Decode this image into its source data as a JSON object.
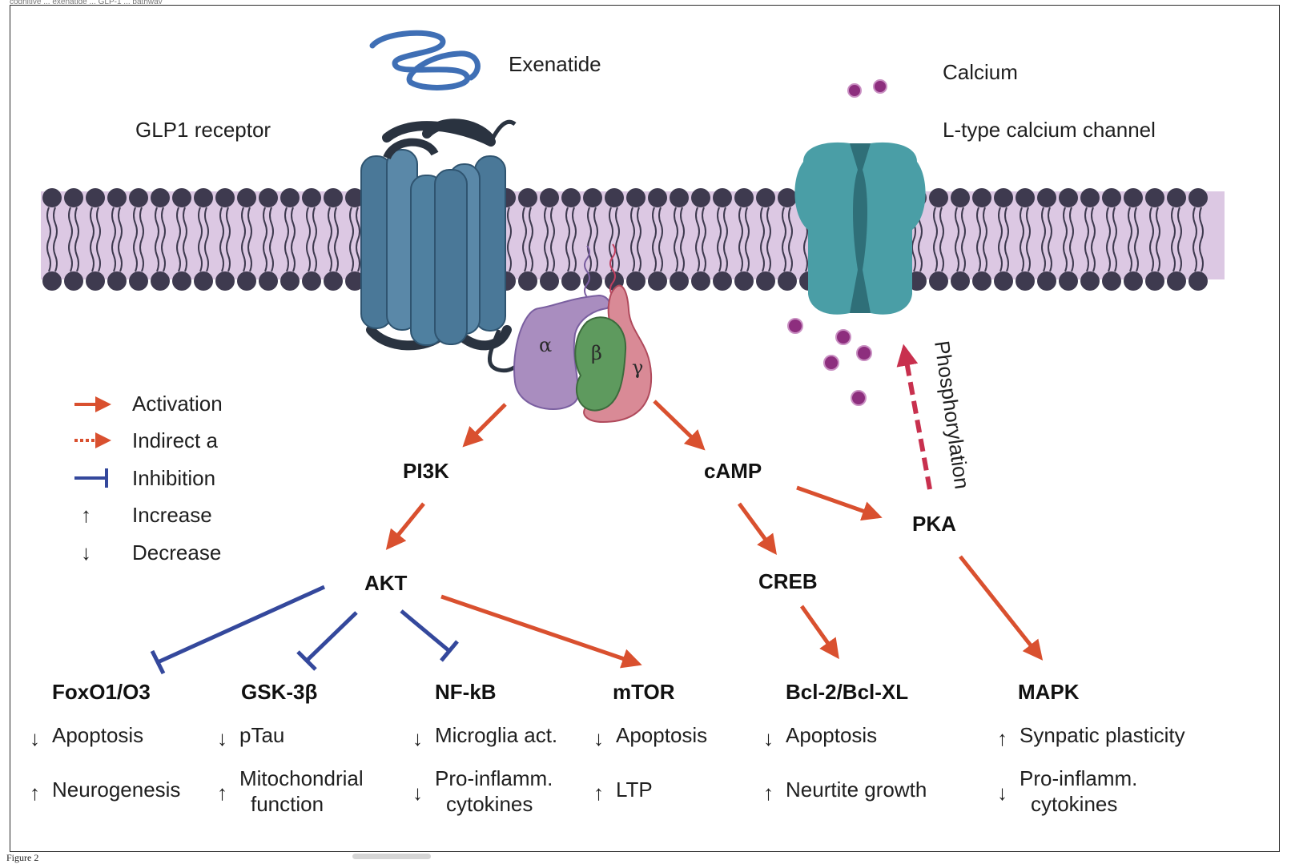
{
  "top_strip": "cognitive ... exenatide ... GLP-1 ... pathway",
  "figure": {
    "ligand_label": "Exenatide",
    "receptor_label": "GLP1 receptor",
    "ion_label": "Calcium",
    "channel_label": "L-type calcium channel",
    "g_protein": {
      "alpha": "α",
      "beta": "β",
      "gamma": "γ"
    },
    "phosphorylation_label": "Phosphorylation",
    "legend": [
      {
        "key": "activation",
        "label": "Activation"
      },
      {
        "key": "indirect",
        "label": "Indirect a"
      },
      {
        "key": "inhibition",
        "label": "Inhibition"
      },
      {
        "key": "increase",
        "label": "Increase"
      },
      {
        "key": "decrease",
        "label": "Decrease"
      }
    ],
    "nodes": {
      "pi3k": "PI3K",
      "camp": "cAMP",
      "pka": "PKA",
      "akt": "AKT",
      "creb": "CREB"
    },
    "targets": [
      {
        "name": "FoxO1/O3",
        "effects": [
          {
            "dir": "down",
            "lines": [
              "Apoptosis"
            ]
          },
          {
            "dir": "up",
            "lines": [
              "Neurogenesis"
            ]
          }
        ]
      },
      {
        "name": "GSK-3β",
        "effects": [
          {
            "dir": "down",
            "lines": [
              "pTau"
            ]
          },
          {
            "dir": "up",
            "lines": [
              "Mitochondrial",
              "function"
            ]
          }
        ]
      },
      {
        "name": "NF-kB",
        "effects": [
          {
            "dir": "down",
            "lines": [
              "Microglia act."
            ]
          },
          {
            "dir": "down",
            "lines": [
              "Pro-inflamm.",
              "cytokines"
            ]
          }
        ]
      },
      {
        "name": "mTOR",
        "effects": [
          {
            "dir": "down",
            "lines": [
              "Apoptosis"
            ]
          },
          {
            "dir": "up",
            "lines": [
              "LTP"
            ]
          }
        ]
      },
      {
        "name": "Bcl-2/Bcl-XL",
        "effects": [
          {
            "dir": "down",
            "lines": [
              "Apoptosis"
            ]
          },
          {
            "dir": "up",
            "lines": [
              "Neurtite growth"
            ]
          }
        ]
      },
      {
        "name": "MAPK",
        "effects": [
          {
            "dir": "up",
            "lines": [
              "Synpatic plasticity"
            ]
          },
          {
            "dir": "down",
            "lines": [
              "Pro-inflamm.",
              "cytokines"
            ]
          }
        ]
      }
    ]
  },
  "caption": "Figure 2",
  "colors": {
    "activation": "#d9502f",
    "indirect": "#c8304e",
    "inhibition": "#34489c",
    "membrane": "#dcc8e3",
    "lipid_head": "#3e3a4f",
    "receptor": "#4a7898",
    "channel": "#4a9ea6",
    "alpha": "#a98dbf",
    "beta": "#5e9a5e",
    "gamma": "#d98a96",
    "calcium": "#8d2e7e"
  }
}
